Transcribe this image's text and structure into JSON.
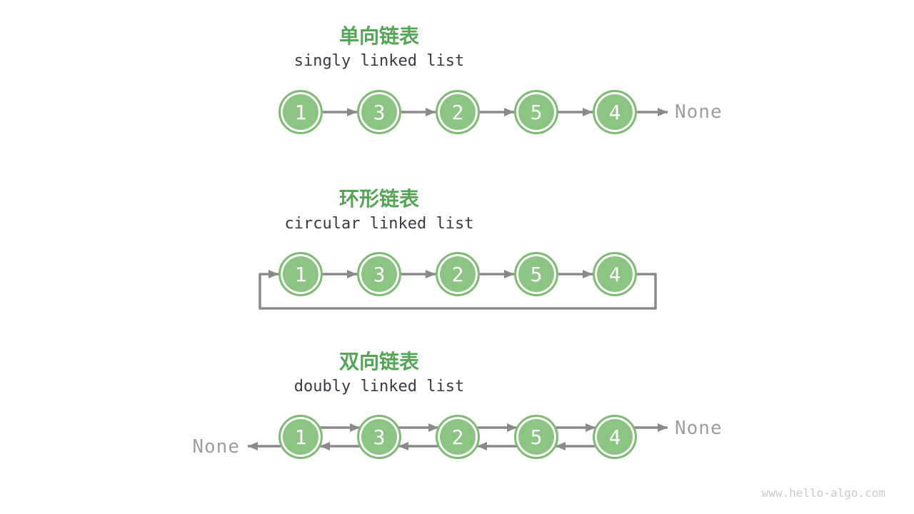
{
  "page": {
    "watermark": "www.hello-algo.com",
    "background_color": "#FFFFFF"
  },
  "colors": {
    "node_fill": "#8CC483",
    "node_border": "#7FBB75",
    "node_text": "#FFFFFF",
    "title_green": "#55A457",
    "subtitle_dark": "#383B40",
    "arrow_gray": "#8A8A8A",
    "none_gray": "#9E9E9E",
    "watermark_gray": "#CBCBCB"
  },
  "sections": [
    {
      "id": "singly",
      "link_style": "singly",
      "title": "单向链表",
      "subtitle": "singly linked list",
      "nodes": [
        "1",
        "3",
        "2",
        "5",
        "4"
      ],
      "tail_label": "None"
    },
    {
      "id": "circular",
      "link_style": "circular",
      "title": "环形链表",
      "subtitle": "circular linked list",
      "nodes": [
        "1",
        "3",
        "2",
        "5",
        "4"
      ]
    },
    {
      "id": "doubly",
      "link_style": "doubly",
      "title": "双向链表",
      "subtitle": "doubly linked list",
      "nodes": [
        "1",
        "3",
        "2",
        "5",
        "4"
      ],
      "head_label": "None",
      "tail_label": "None"
    }
  ]
}
